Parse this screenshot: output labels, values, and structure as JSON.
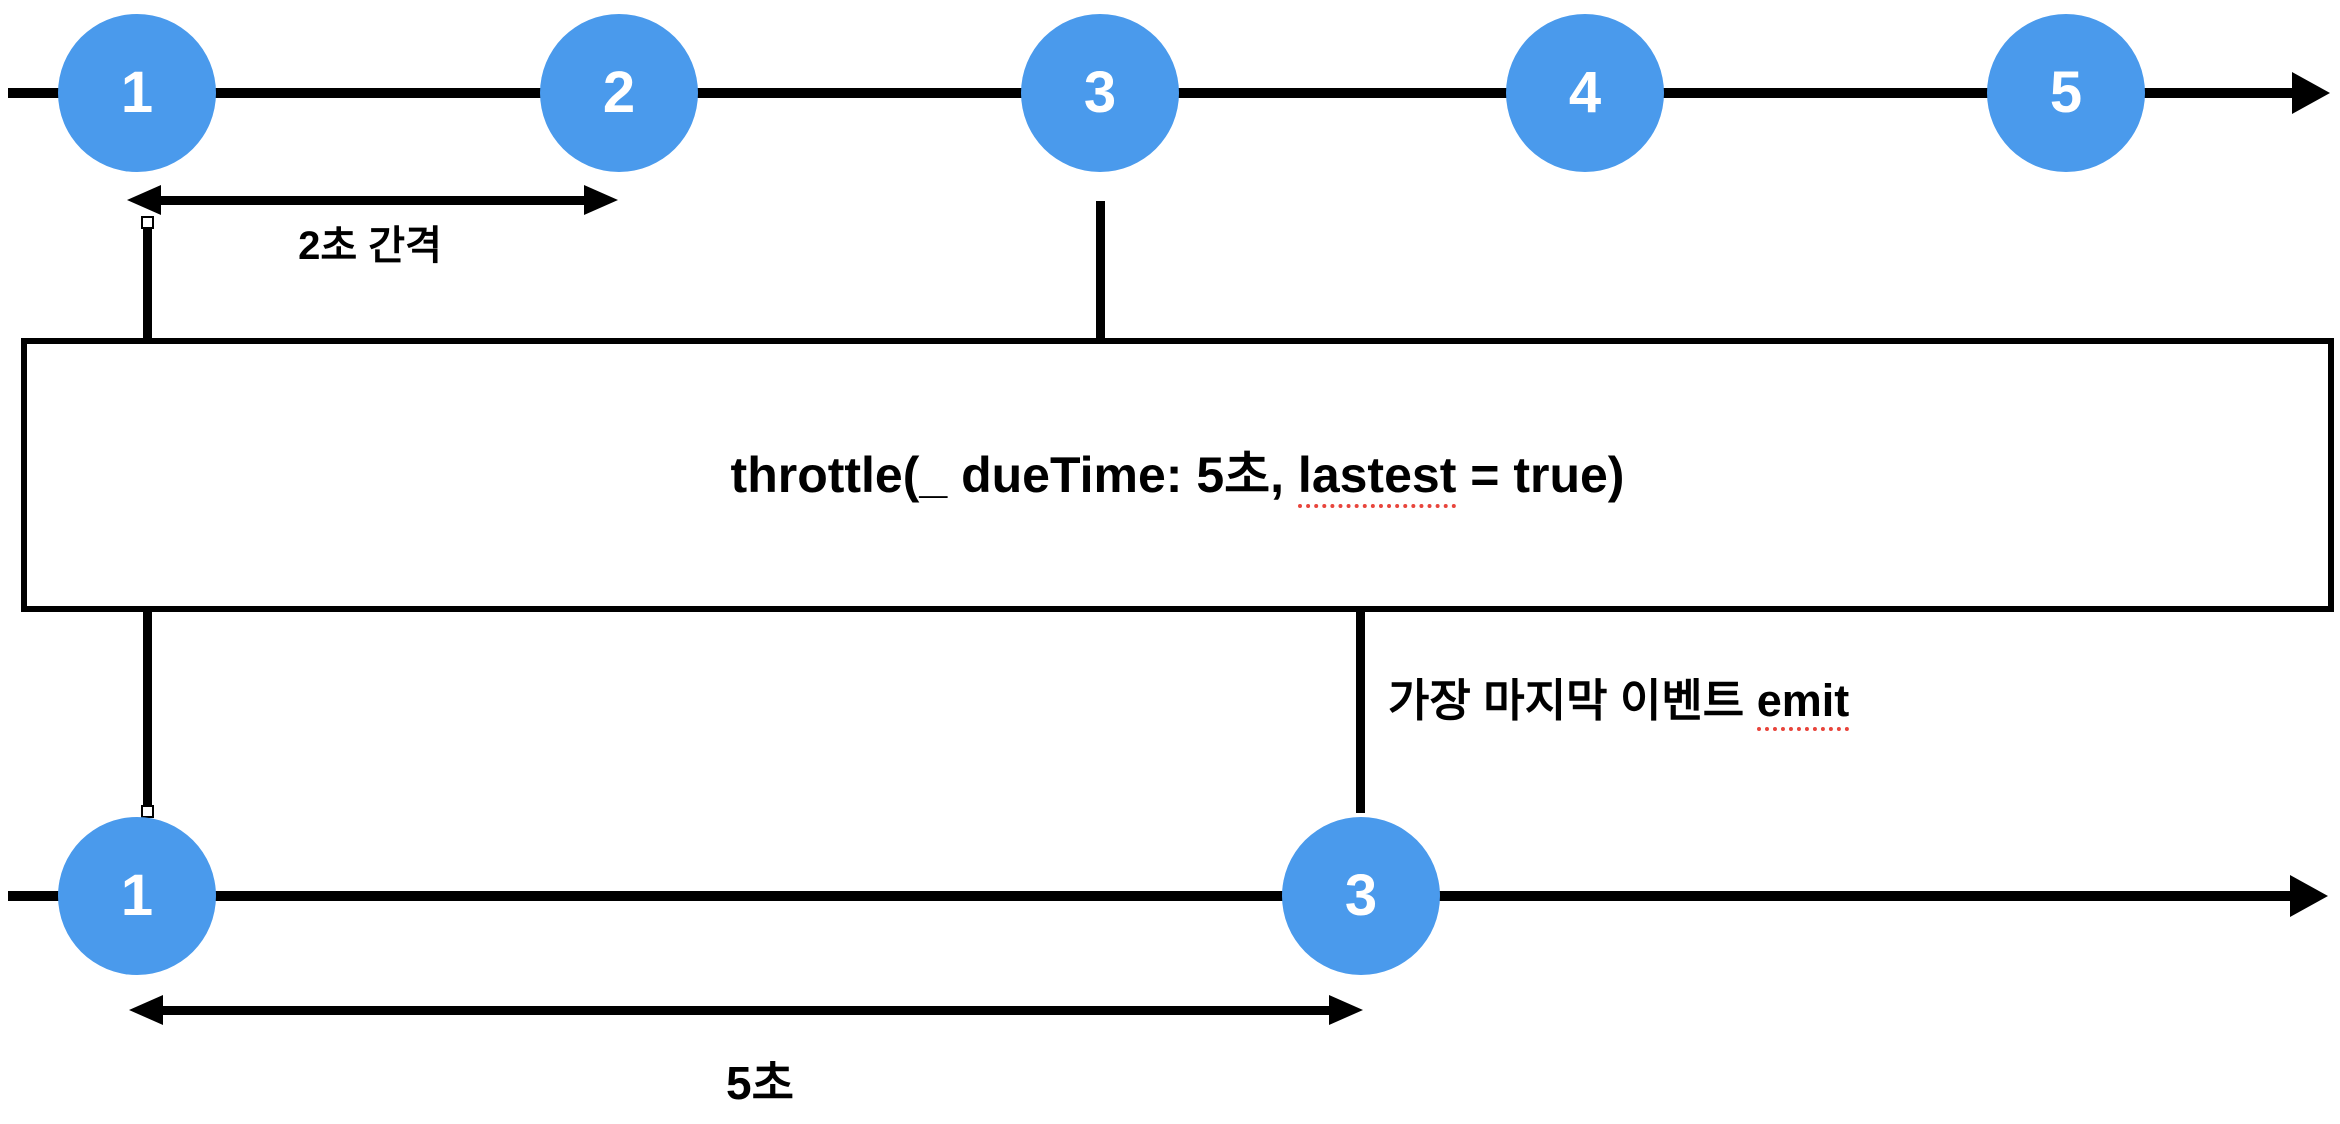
{
  "colors": {
    "event_blue": "#4A9AEC",
    "line_black": "#000000",
    "spellcheck_red": "#E8453C",
    "canvas_white": "#FFFFFF"
  },
  "top_timeline": {
    "events": [
      "1",
      "2",
      "3",
      "4",
      "5"
    ]
  },
  "bottom_timeline": {
    "events": [
      "1",
      "3"
    ]
  },
  "labels": {
    "interval": "2초 간격",
    "operator_prefix": "throttle(_ dueTime: 5초, ",
    "operator_misspelled": "lastest",
    "operator_suffix": " = true)",
    "emit_prefix": "가장 마지막 이벤트 ",
    "emit_underlined": "emit",
    "duration": "5초"
  }
}
